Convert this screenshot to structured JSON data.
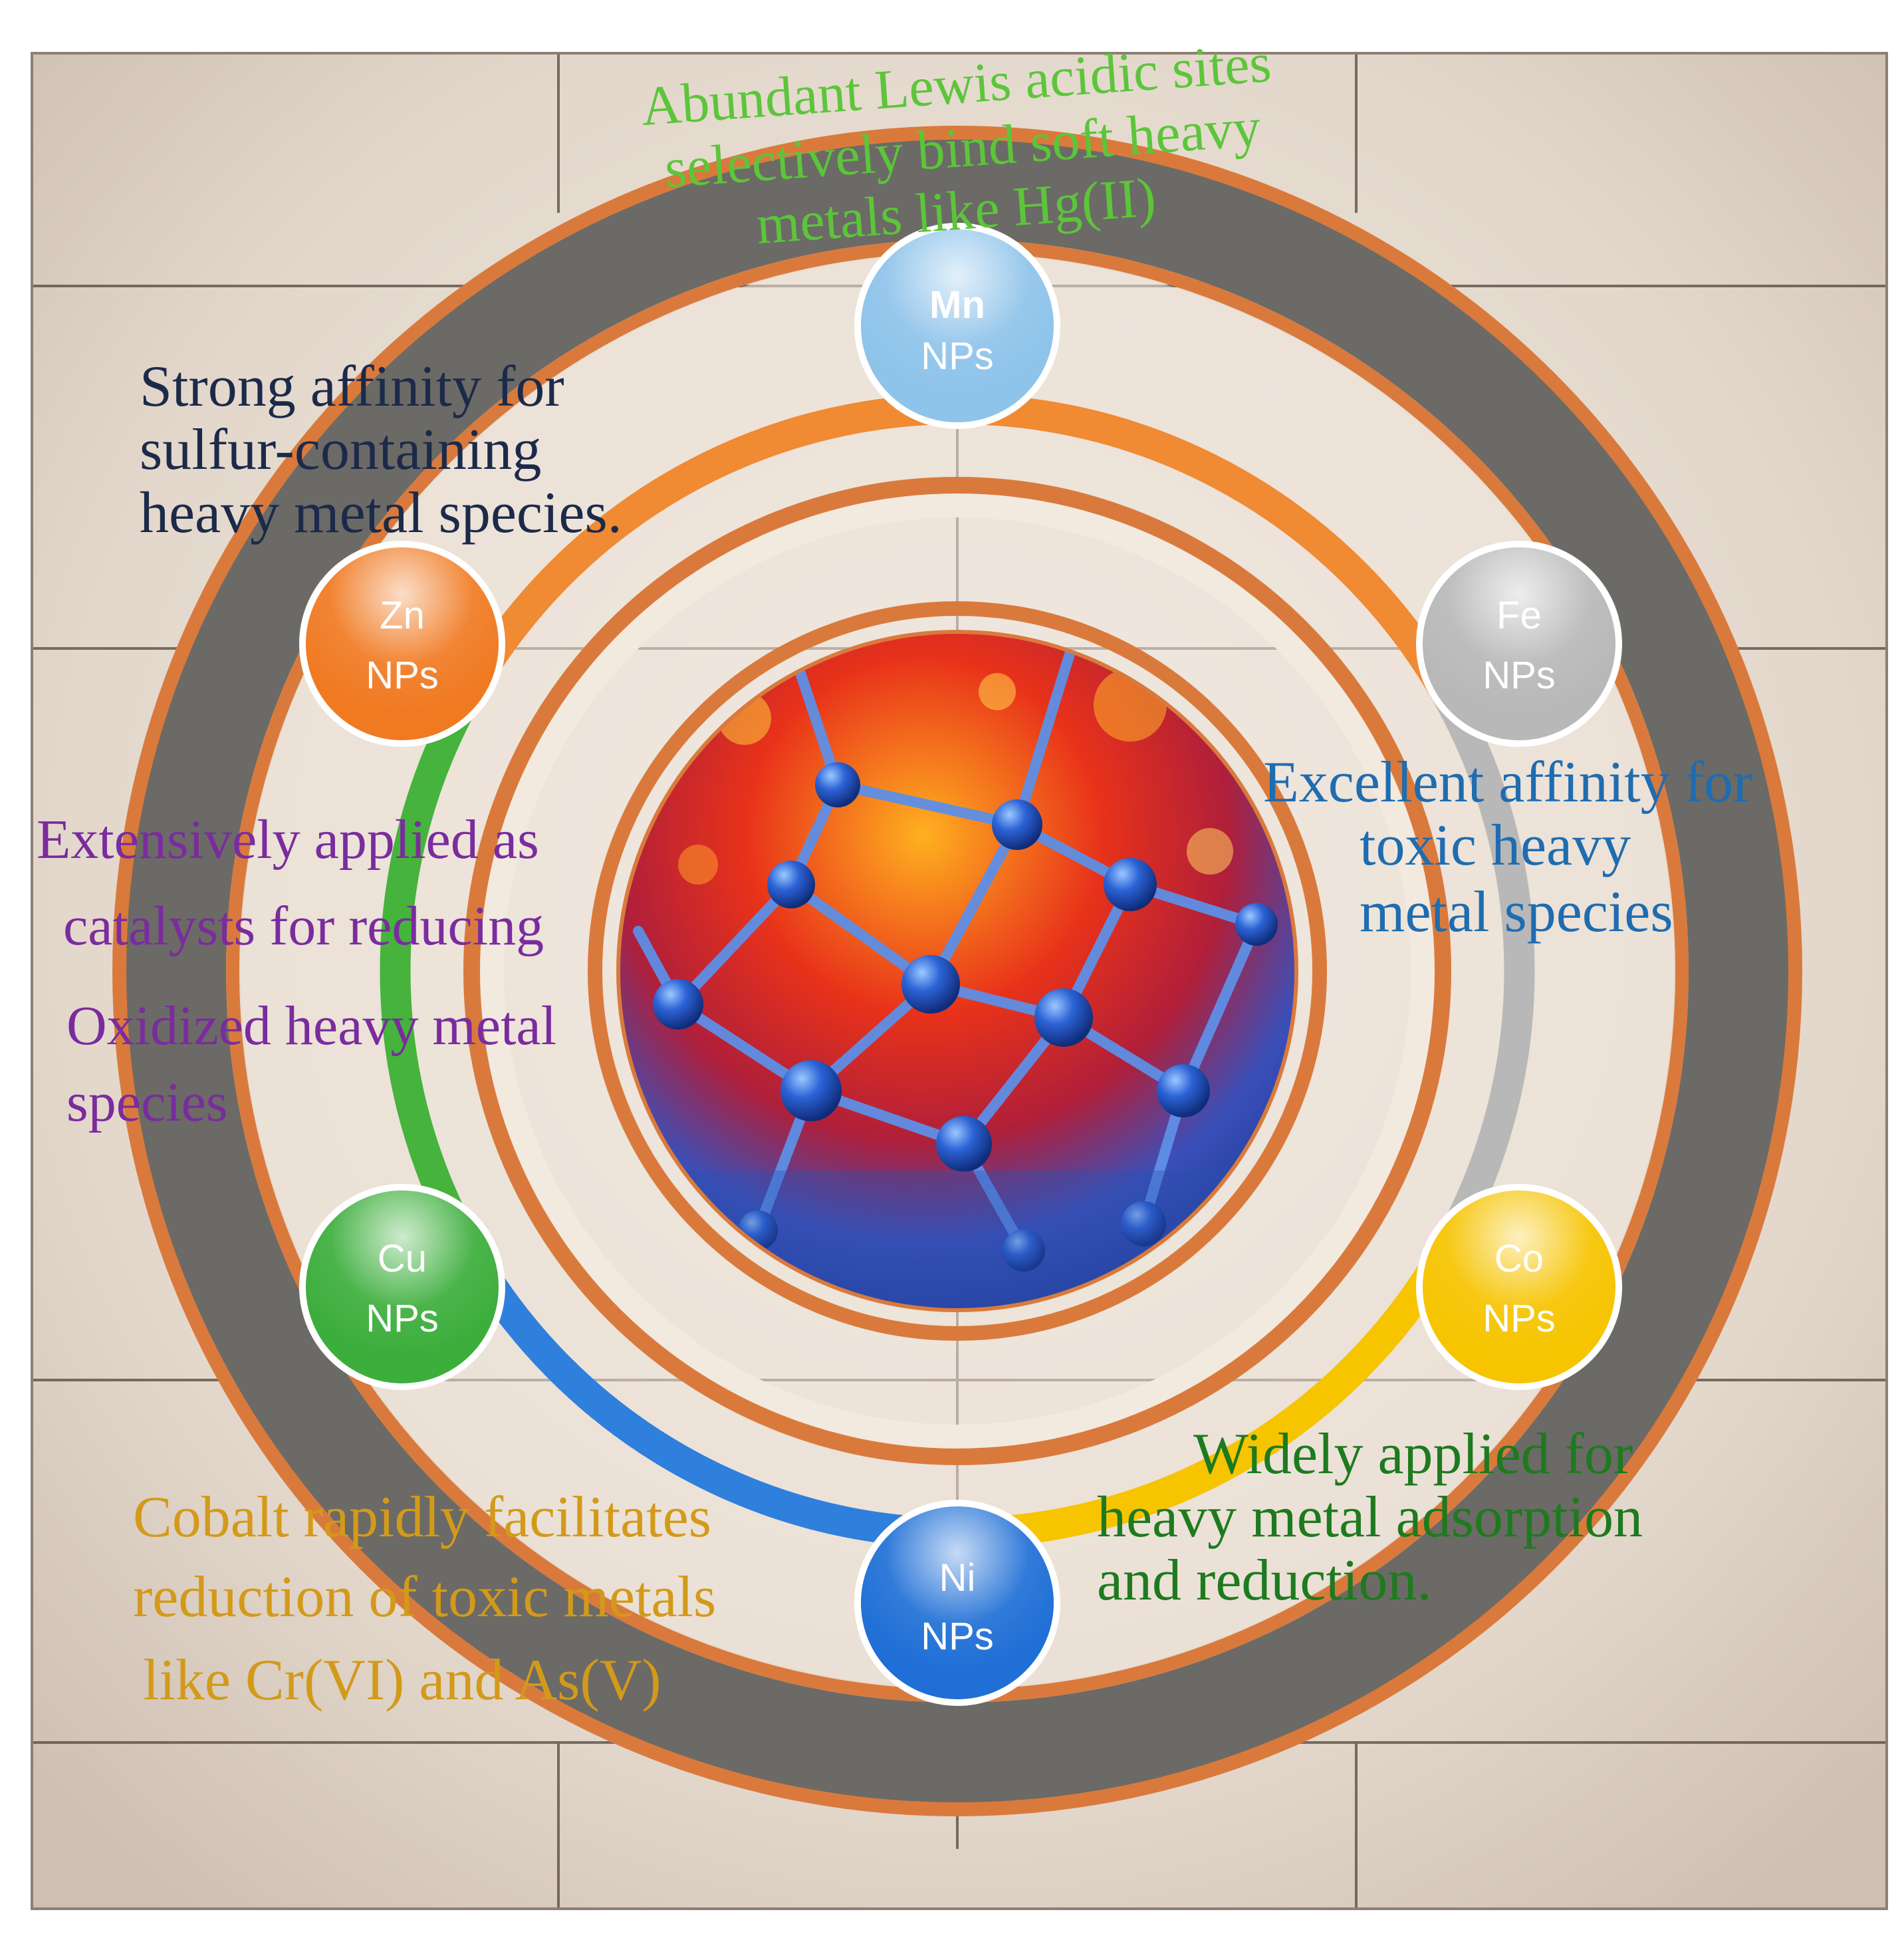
{
  "nodes": [
    {
      "id": "mn",
      "element": "Mn",
      "suffix": "NPs",
      "color": "#8ec3ea"
    },
    {
      "id": "fe",
      "element": "Fe",
      "suffix": "NPs",
      "color": "#b8b8b8"
    },
    {
      "id": "co",
      "element": "Co",
      "suffix": "NPs",
      "color": "#f6c400"
    },
    {
      "id": "ni",
      "element": "Ni",
      "suffix": "NPs",
      "color": "#1f6fd6"
    },
    {
      "id": "cu",
      "element": "Cu",
      "suffix": "NPs",
      "color": "#3cae3c"
    },
    {
      "id": "zn",
      "element": "Zn",
      "suffix": "NPs",
      "color": "#f07a22"
    }
  ],
  "captions": {
    "mn": {
      "lines": [
        "Abundant Lewis acidic sites",
        "selectively bind soft heavy",
        "metals like Hg(II)"
      ],
      "color": "#5cc53a"
    },
    "zn": {
      "lines": [
        "Strong affinity for",
        "sulfur-containing",
        "heavy metal species."
      ],
      "color": "#1c2a4a"
    },
    "fe": {
      "lines": [
        "Excellent affinity for",
        "toxic heavy",
        "metal species"
      ],
      "color": "#1f6cb0"
    },
    "cu": {
      "lines": [
        "Extensively applied as",
        "catalysts for reducing",
        "Oxidized heavy metal",
        "species"
      ],
      "color": "#7a2c9e"
    },
    "co": {
      "lines": [
        "Widely applied for",
        "heavy metal adsorption",
        "and reduction."
      ],
      "color": "#1e7a1e"
    },
    "ni": {
      "lines": [
        "Cobalt rapidly facilitates",
        "reduction of toxic metals",
        "like Cr(VI) and As(V)"
      ],
      "color": "#d39a1a"
    }
  },
  "palette": {
    "arc_orange": "#f08a33",
    "arc_gray": "#b8b8b8",
    "arc_yellow": "#f7c400",
    "arc_blue": "#2f7fdc",
    "arc_green": "#45b33c",
    "ring_dark": "#6b6a66",
    "ring_copper": "#d97a3c",
    "wall": "#e7ddd2",
    "center_red": "#e0301a",
    "center_blue": "#2c5fbf"
  }
}
